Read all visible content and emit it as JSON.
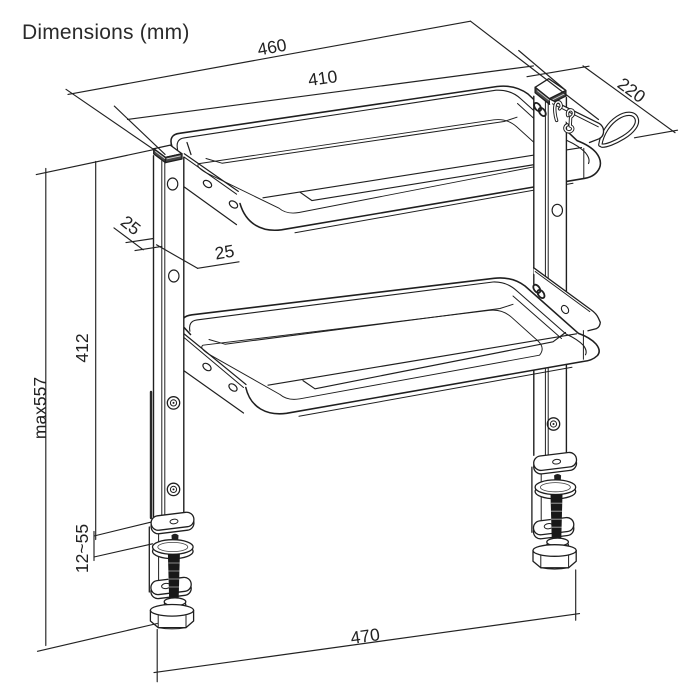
{
  "title": "Dimensions (mm)",
  "units": "mm",
  "colors": {
    "background": "#ffffff",
    "line": "#1f1f1f",
    "text": "#222222"
  },
  "drawing": {
    "type": "technical-line-drawing",
    "subject": "two-tier clamp-on desk riser shelf with C-clamps, hooks and cable loop"
  },
  "dimensions": {
    "overall_width": "460",
    "shelf_width": "410",
    "depth": "220",
    "post_depth": "25",
    "post_width": "25",
    "post_height": "412",
    "max_height": "max557",
    "clamp_range": "12~55",
    "clamp_span": "470"
  }
}
